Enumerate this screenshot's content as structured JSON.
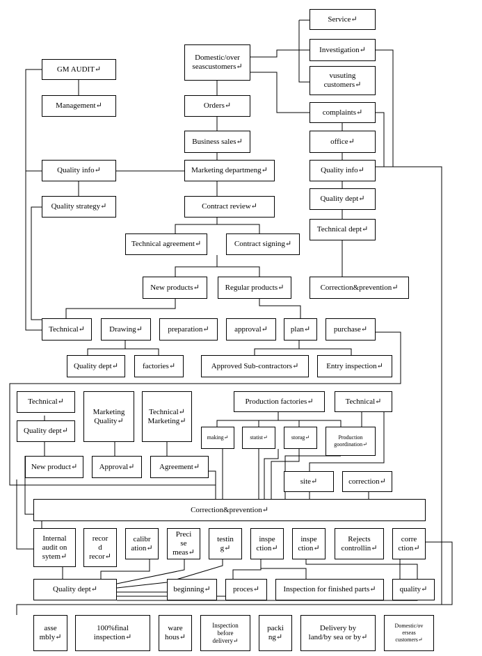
{
  "title": "",
  "nodes": {
    "service": "Service↵",
    "investigation": "Investigation↵",
    "visiting": "vusuting\ncustomers↵",
    "domestic_top": "Domestic/over\nseascustomers↵",
    "complaints": "complaints↵",
    "office": "office↵",
    "quality_info_r": "Quality info↵",
    "quality_dept_r": "Quality dept↵",
    "technical_dept_r": "Technical dept↵",
    "gm_audit": "GM AUDIT↵",
    "management": "Management↵",
    "orders": "Orders↵",
    "business_sales": "Business sales↵",
    "quality_info_l": "Quality info↵",
    "marketing_dept": "Marketing departmeng↵",
    "quality_strategy": "Quality strategy↵",
    "contract_review": "Contract review↵",
    "technical_agreement": "Technical agreement↵",
    "contract_signing": "Contract signing↵",
    "new_products": "New products↵",
    "regular_products": "Regular products↵",
    "correction_prev_top": "Correction&prevention↵",
    "technical_row": "Technical↵",
    "drawing": "Drawing↵",
    "preparation": "preparation↵",
    "approval_row": "approval↵",
    "plan": "plan↵",
    "purchase": "purchase↵",
    "quality_dept_mid": "Quality dept↵",
    "factories": "factories↵",
    "approved_sub": "Approved Sub-contractors↵",
    "entry_inspection": "Entry inspection↵",
    "technical_a": "Technical↵",
    "marketing_quality": "Marketing\nQuality↵",
    "technical_marketing": "Technical↵\nMarketing↵",
    "production_factories": "Production factories↵",
    "technical_b": "Technical↵",
    "quality_dept_b": "Quality dept↵",
    "making": "making↵",
    "statist": "statist↵",
    "storag": "storag↵",
    "prod_coordination": "Production\ngoordination↵",
    "new_product": "New product↵",
    "approval_b": "Approval↵",
    "agreement": "Agreement↵",
    "site": "site↵",
    "correction_b": "correction↵",
    "correction_prev_main": "Correction&prevention↵",
    "internal_audit": "Internal\naudit on\nsytem↵",
    "record": "recor\nd\nrecor↵",
    "calibration": "calibr\nation↵",
    "precise": "Preci\nse\nmeas↵",
    "testing": "testin\ng↵",
    "inspection_a": "inspe\nction↵",
    "inspection_b": "inspe\nction↵",
    "rejects": "Rejects\ncontrollin↵",
    "correction_c": "corre\nction↵",
    "quality_dept_bottom": "Quality dept↵",
    "beginning": "beginning↵",
    "proces": "proces↵",
    "inspection_finished": "Inspection for finished parts↵",
    "quality_bottom": "quality↵",
    "assembly": "asse\nmbly↵",
    "final_inspection": "100%final\ninspection↵",
    "warehouse": "ware\nhous↵",
    "inspection_delivery": "Inspection\nbefore\ndelivery↵",
    "packing": "packi\nng↵",
    "delivery": "Delivery by\nland/by sea or by↵",
    "domestic_bottom": "Domestic/ov\nerseas\ncustomers↵"
  }
}
